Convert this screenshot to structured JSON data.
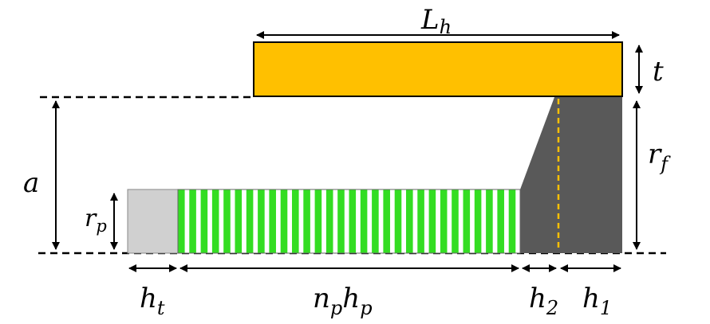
{
  "labels": {
    "L": "L",
    "L_sub": "h",
    "t": "t",
    "a": "a",
    "rf": "r",
    "rf_sub": "f",
    "rp": "r",
    "rp_sub": "p",
    "ht": "h",
    "ht_sub": "t",
    "np": "n",
    "np_sub": "p",
    "hp": "h",
    "hp_sub": "p",
    "h2": "h",
    "h2_sub": "2",
    "h1": "h",
    "h1_sub": "1"
  },
  "colors": {
    "housing": "#ffc000",
    "housing_stroke": "#000000",
    "flange": "#595959",
    "tip": "#d0d0d0",
    "stripe_green": "#33dd22",
    "stripe_white": "#ffffff",
    "center_line": "#ffc000",
    "line": "#000000"
  },
  "pins": {
    "count": 30
  }
}
